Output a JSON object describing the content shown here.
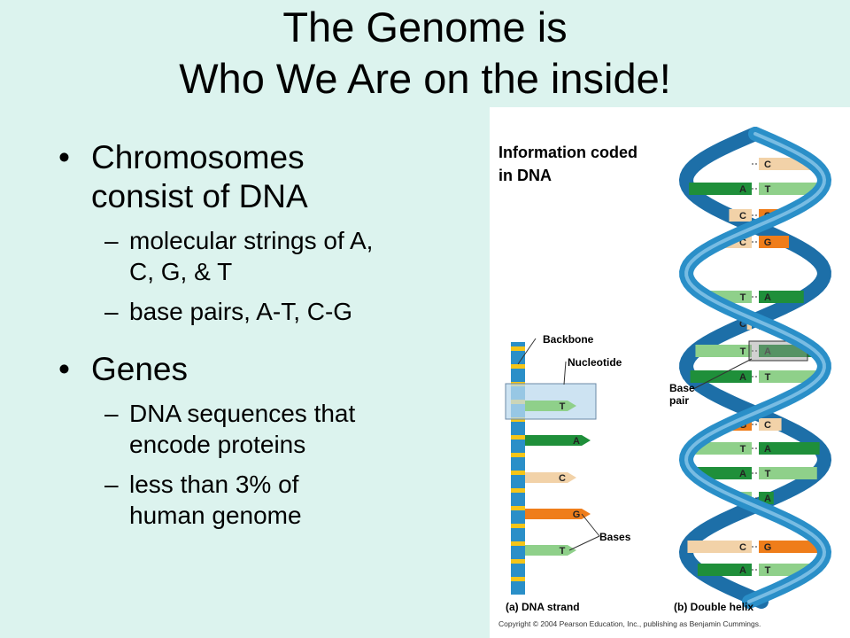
{
  "slide": {
    "title_line1": "The Genome is",
    "title_line2": "Who We Are on the inside!",
    "bullet1": {
      "line1": "Chromosomes",
      "line2": "consist of DNA"
    },
    "sub1": {
      "line1": "molecular strings of A,",
      "line2": "C, G, & T"
    },
    "sub2": {
      "line1": "base pairs, A-T, C-G"
    },
    "bullet2": {
      "line1": "Genes"
    },
    "sub3": {
      "line1": "DNA sequences that",
      "line2": "encode proteins"
    },
    "sub4": {
      "line1": "less than 3% of",
      "line2": "human genome"
    },
    "dash": "–"
  },
  "figure": {
    "info_line1": "Information coded",
    "info_line2": "in DNA",
    "backbone": "Backbone",
    "nucleotide": "Nucleotide",
    "bases": "Bases",
    "base_pair_line1": "Base",
    "base_pair_line2": "pair",
    "caption_a": "(a) DNA strand",
    "caption_b": "(b) Double helix",
    "copyright": "Copyright © 2004 Pearson Education, Inc., publishing as Benjamin Cummings.",
    "strand_bases": [
      "T",
      "A",
      "C",
      "G",
      "T"
    ],
    "helix_pairs": [
      [
        "",
        "C"
      ],
      [
        "A",
        "T"
      ],
      [
        "C",
        "G"
      ],
      [
        "C",
        "G"
      ],
      [
        "T",
        "A"
      ],
      [
        "C",
        "G"
      ],
      [
        "T",
        "A"
      ],
      [
        "A",
        "T"
      ],
      [
        "G",
        "C"
      ],
      [
        "T",
        "A"
      ],
      [
        "A",
        "T"
      ],
      [
        "T",
        "A"
      ],
      [
        "C",
        "G"
      ],
      [
        "A",
        "T"
      ]
    ],
    "colors": {
      "A": "#1f8f3a",
      "T": "#8fd08a",
      "C": "#f2d2a8",
      "G": "#ef7d1a",
      "backbone": "#2a8fc8",
      "stripe": "#f5c518"
    }
  }
}
